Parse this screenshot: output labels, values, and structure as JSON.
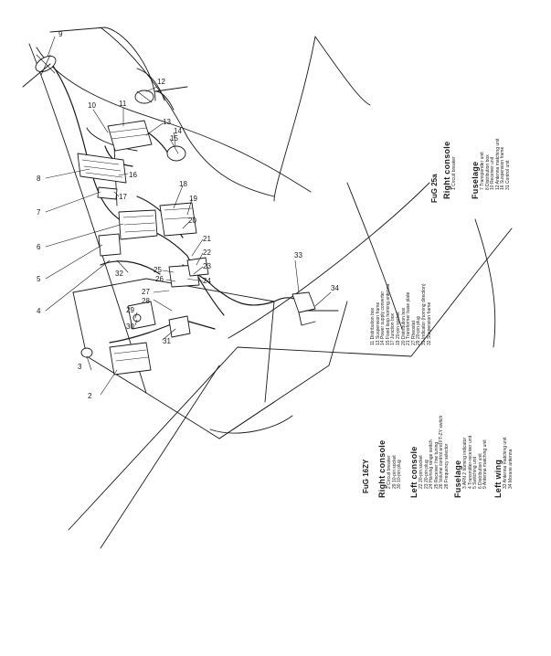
{
  "callouts": [
    "2",
    "3",
    "4",
    "5",
    "6",
    "7",
    "8",
    "9",
    "10",
    "11",
    "12",
    "13",
    "14",
    "15",
    "16",
    "17",
    "18",
    "19",
    "20",
    "21",
    "22",
    "23",
    "24",
    "25",
    "26",
    "27",
    "28",
    "29",
    "30",
    "31",
    "32",
    "33",
    "34"
  ],
  "legend_fug16zy": {
    "title": "FuG 16ZY",
    "right_console": {
      "heading": "Right console",
      "items": [
        "2 Circuit breaker",
        "29 10-pin socket",
        "30 10-pin plug"
      ]
    },
    "left_console": {
      "heading": "Left console",
      "items": [
        "22 20-pin socket",
        "23 20-pin plug",
        "24 Homing range switch",
        "25 Receiver fine tuning",
        "26 Volume control and FT-ZY switch",
        "28 Frequency selector"
      ]
    },
    "fuselage": {
      "heading": "Fuselage",
      "items": [
        "3 AFN 2 homing indicator",
        "4 Transmitter-receiver unit",
        "5 Switching unit",
        "6 Distribution unit",
        "9 Antenna matching unit"
      ]
    },
    "left_wing": {
      "heading": "Left wing",
      "items": [
        "33 Antenna matching unit",
        "34 Morane antenna"
      ]
    }
  },
  "legend_misc": {
    "items": [
      "11 Distribution box",
      "13 Suspension frame",
      "14 Power supply converter",
      "15 Fixed loop homing antenna",
      "17 Junction box",
      "19 20-pin socket",
      "20 Distribution box",
      "21 Transformer base plate",
      "27 Rheostat",
      "29 20-pin plug",
      "31 Indicator (homing direction)",
      "32 Suspension frame"
    ]
  },
  "legend_fug25a": {
    "title": "FuG 25a",
    "right_console": {
      "heading": "Right console",
      "items": [
        "1 Circuit breaker"
      ]
    },
    "fuselage": {
      "heading": "Fuselage",
      "items": [
        "7 Transponder unit",
        "8 Distribution box",
        "10 Receiver unit",
        "12 Antenna matching unit",
        "16 Suspension frame",
        "31 Control unit"
      ]
    }
  }
}
